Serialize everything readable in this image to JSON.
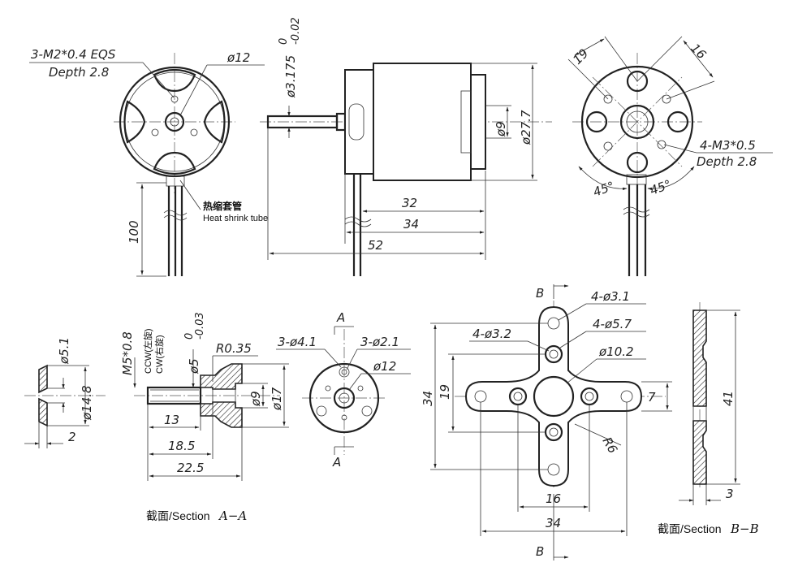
{
  "views": {
    "front": {
      "thread_note": "3-M2*0.4 EQS",
      "thread_depth": "Depth 2.8",
      "dia_small": "ø12",
      "lead_length": "100",
      "heat_shrink_cn": "热缩套管",
      "heat_shrink_en": "Heat shrink tube"
    },
    "side": {
      "shaft_dia": "ø3.175",
      "shaft_tol_upper": "0",
      "shaft_tol_lower": "-0.02",
      "boss_dia": "ø9",
      "body_dia": "ø27.7",
      "len_32": "32",
      "len_34": "34",
      "len_52": "52"
    },
    "rear": {
      "dim_19": "19",
      "dim_16": "16",
      "thread_note": "4-M3*0.5",
      "thread_depth": "Depth 2.8",
      "angle_left": "45°",
      "angle_right": "45°"
    },
    "collet_washer": {
      "dia_51": "ø5.1",
      "dia_148": "ø14.8",
      "thickness": "2"
    },
    "prop_adapter": {
      "thread": "M5*0.8",
      "ccw": "CCW(左旋)",
      "cw": "CW(右旋)",
      "bore": "ø5",
      "bore_tol_upper": "0",
      "bore_tol_lower": "-0.03",
      "radius": "R0.35",
      "dia_9": "ø9",
      "dia_17": "ø17",
      "len_13": "13",
      "len_185": "18.5",
      "len_225": "22.5",
      "section_caption_cn": "截面/Section",
      "section_caption_id": "A−A"
    },
    "adapter_front": {
      "section_mark_top": "A",
      "section_mark_bottom": "A",
      "holes_41": "3-ø4.1",
      "holes_21": "3-ø2.1",
      "dia_12": "ø12"
    },
    "cross_mount": {
      "section_mark_top": "B",
      "section_mark_bottom": "B",
      "holes_31": "4-ø3.1",
      "holes_32": "4-ø3.2",
      "holes_57": "4-ø5.7",
      "center_dia": "ø10.2",
      "arm_width": "7",
      "radius": "R6",
      "height_34": "34",
      "height_19": "19",
      "width_16": "16",
      "width_34": "34"
    },
    "section_b": {
      "height_41": "41",
      "thickness_3": "3",
      "section_caption_cn": "截面/Section",
      "section_caption_id": "B−B"
    }
  }
}
